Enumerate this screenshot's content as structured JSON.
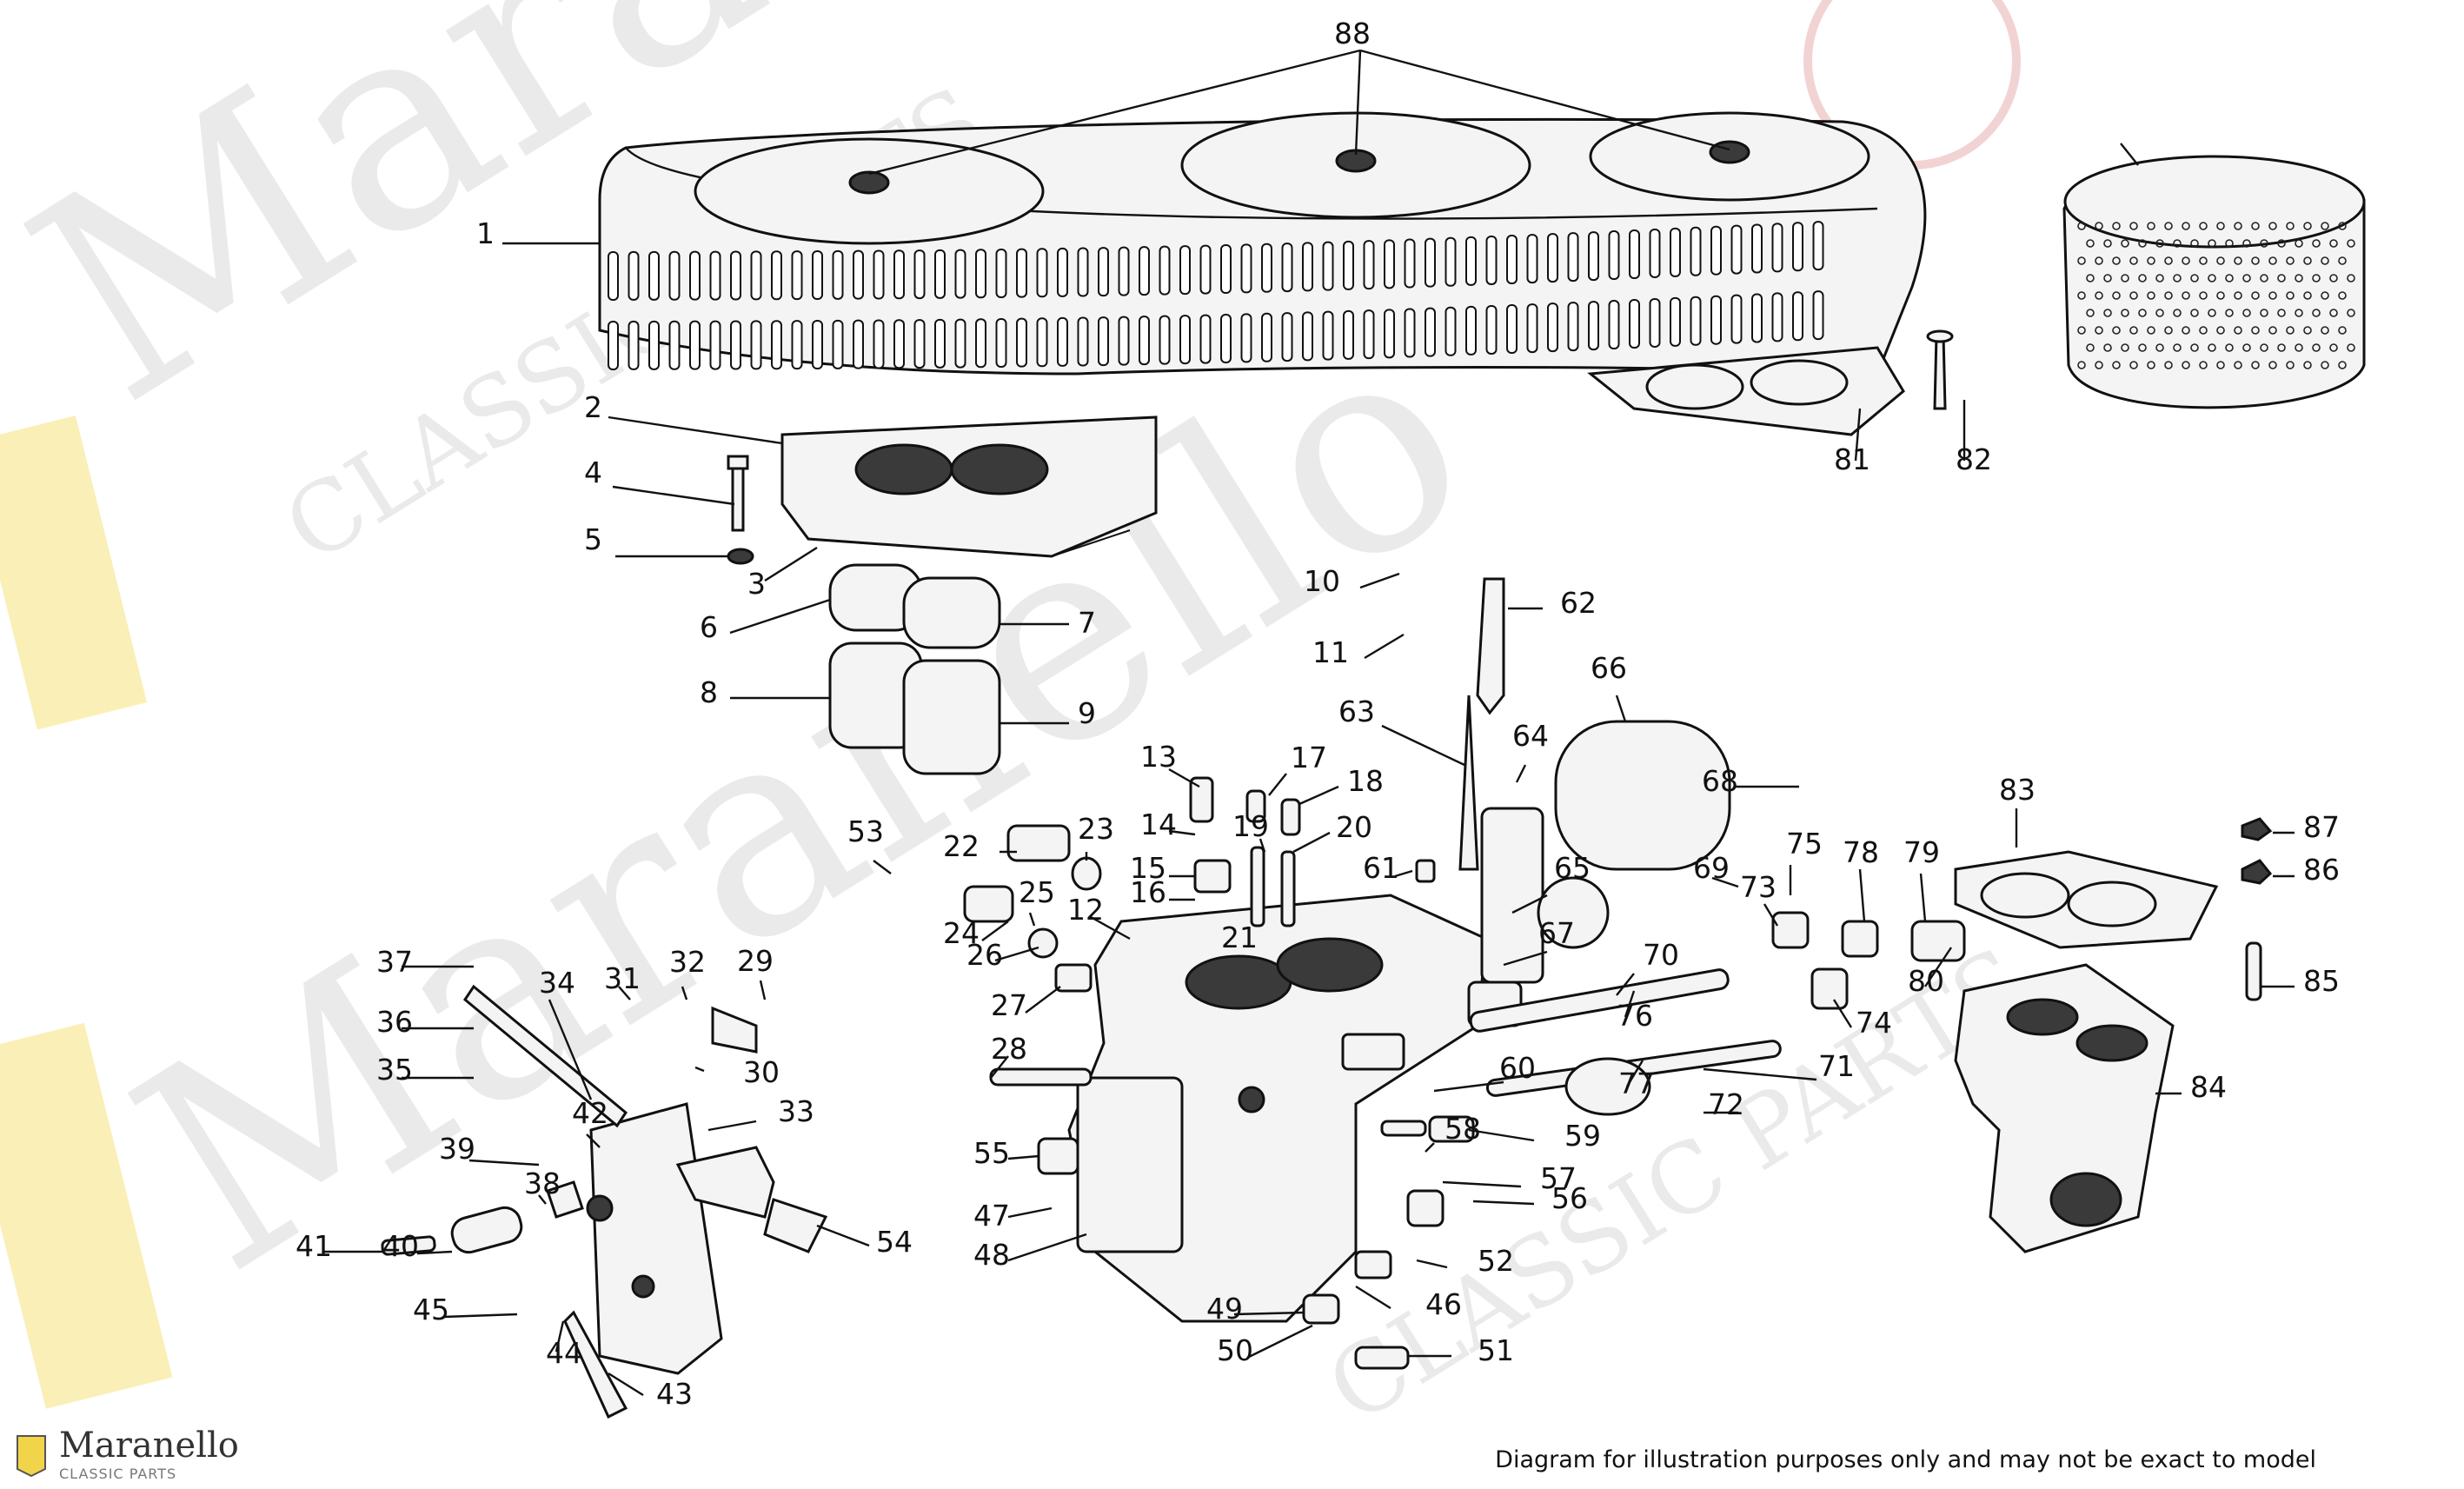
{
  "diagram": {
    "watermark_text": "Maranello",
    "watermark_sub": "CLASSIC PARTS",
    "caption": "Diagram for illustration purposes only and may not be exact to model",
    "brand": {
      "name": "Maranello",
      "sub": "CLASSIC PARTS"
    },
    "callouts": [
      "1",
      "2",
      "3",
      "4",
      "5",
      "6",
      "7",
      "8",
      "9",
      "10",
      "11",
      "12",
      "13",
      "14",
      "15",
      "16",
      "17",
      "18",
      "19",
      "20",
      "21",
      "22",
      "23",
      "24",
      "25",
      "26",
      "27",
      "28",
      "29",
      "30",
      "31",
      "32",
      "33",
      "34",
      "35",
      "36",
      "37",
      "38",
      "39",
      "40",
      "41",
      "42",
      "43",
      "44",
      "45",
      "46",
      "47",
      "48",
      "49",
      "50",
      "51",
      "52",
      "53",
      "54",
      "55",
      "56",
      "57",
      "58",
      "59",
      "60",
      "61",
      "62",
      "63",
      "64",
      "65",
      "66",
      "67",
      "68",
      "69",
      "70",
      "71",
      "72",
      "73",
      "74",
      "75",
      "76",
      "77",
      "78",
      "79",
      "80",
      "81",
      "82",
      "83",
      "84",
      "85",
      "86",
      "87",
      "88"
    ]
  }
}
